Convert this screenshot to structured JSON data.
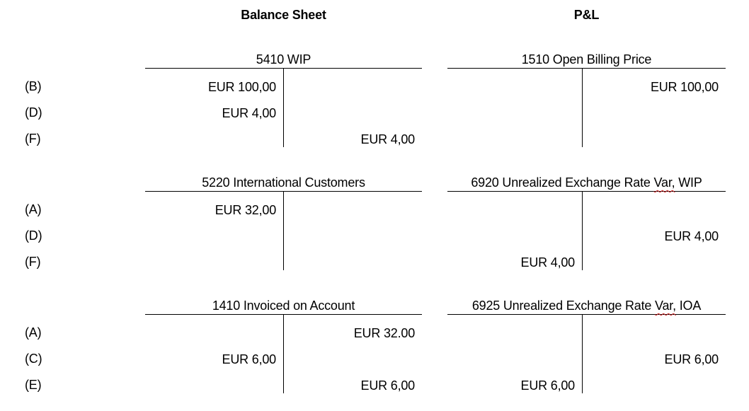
{
  "headers": {
    "left": "Balance Sheet",
    "right": "P&L"
  },
  "row_labels": {
    "group1": [
      "(B)",
      "(D)",
      "(F)"
    ],
    "group2": [
      "(A)",
      "(D)",
      "(F)"
    ],
    "group3": [
      "(A)",
      "(C)",
      "(E)"
    ]
  },
  "colors": {
    "text": "#000000",
    "line": "#000000",
    "spellcheck_squiggle": "#da2f2f"
  },
  "accounts": [
    {
      "section": "Balance Sheet",
      "title": "5410 WIP",
      "title_parts": {
        "pre": "5410 WIP",
        "misspelled": "",
        "post": ""
      },
      "rows": [
        {
          "debit": "EUR 100,00",
          "credit": ""
        },
        {
          "debit": "EUR 4,00",
          "credit": ""
        },
        {
          "debit": "",
          "credit": "EUR 4,00"
        }
      ]
    },
    {
      "section": "P&L",
      "title": "1510 Open Billing Price",
      "title_parts": {
        "pre": "1510 Open Billing Price",
        "misspelled": "",
        "post": ""
      },
      "rows": [
        {
          "debit": "",
          "credit": "EUR 100,00"
        },
        {
          "debit": "",
          "credit": ""
        },
        {
          "debit": "",
          "credit": ""
        }
      ]
    },
    {
      "section": "Balance Sheet",
      "title": "5220 International Customers",
      "title_parts": {
        "pre": "5220 International Customers",
        "misspelled": "",
        "post": ""
      },
      "rows": [
        {
          "debit": "EUR 32,00",
          "credit": ""
        },
        {
          "debit": "",
          "credit": ""
        },
        {
          "debit": "",
          "credit": ""
        }
      ]
    },
    {
      "section": "P&L",
      "title": "6920 Unrealized Exchange Rate Var, WIP",
      "title_parts": {
        "pre": "6920 Unrealized Exchange Rate ",
        "misspelled": "Var,",
        "post": " WIP"
      },
      "rows": [
        {
          "debit": "",
          "credit": ""
        },
        {
          "debit": "",
          "credit": "EUR 4,00"
        },
        {
          "debit": "EUR 4,00",
          "credit": ""
        }
      ]
    },
    {
      "section": "Balance Sheet",
      "title": "1410 Invoiced on Account",
      "title_parts": {
        "pre": "1410 Invoiced on Account",
        "misspelled": "",
        "post": ""
      },
      "rows": [
        {
          "debit": "",
          "credit": "EUR 32.00"
        },
        {
          "debit": "EUR 6,00",
          "credit": ""
        },
        {
          "debit": "",
          "credit": "EUR 6,00"
        }
      ]
    },
    {
      "section": "P&L",
      "title": "6925 Unrealized Exchange Rate Var, IOA",
      "title_parts": {
        "pre": "6925 Unrealized Exchange Rate ",
        "misspelled": "Var,",
        "post": " IOA"
      },
      "rows": [
        {
          "debit": "",
          "credit": ""
        },
        {
          "debit": "",
          "credit": "EUR 6,00"
        },
        {
          "debit": "EUR 6,00",
          "credit": ""
        }
      ]
    }
  ]
}
